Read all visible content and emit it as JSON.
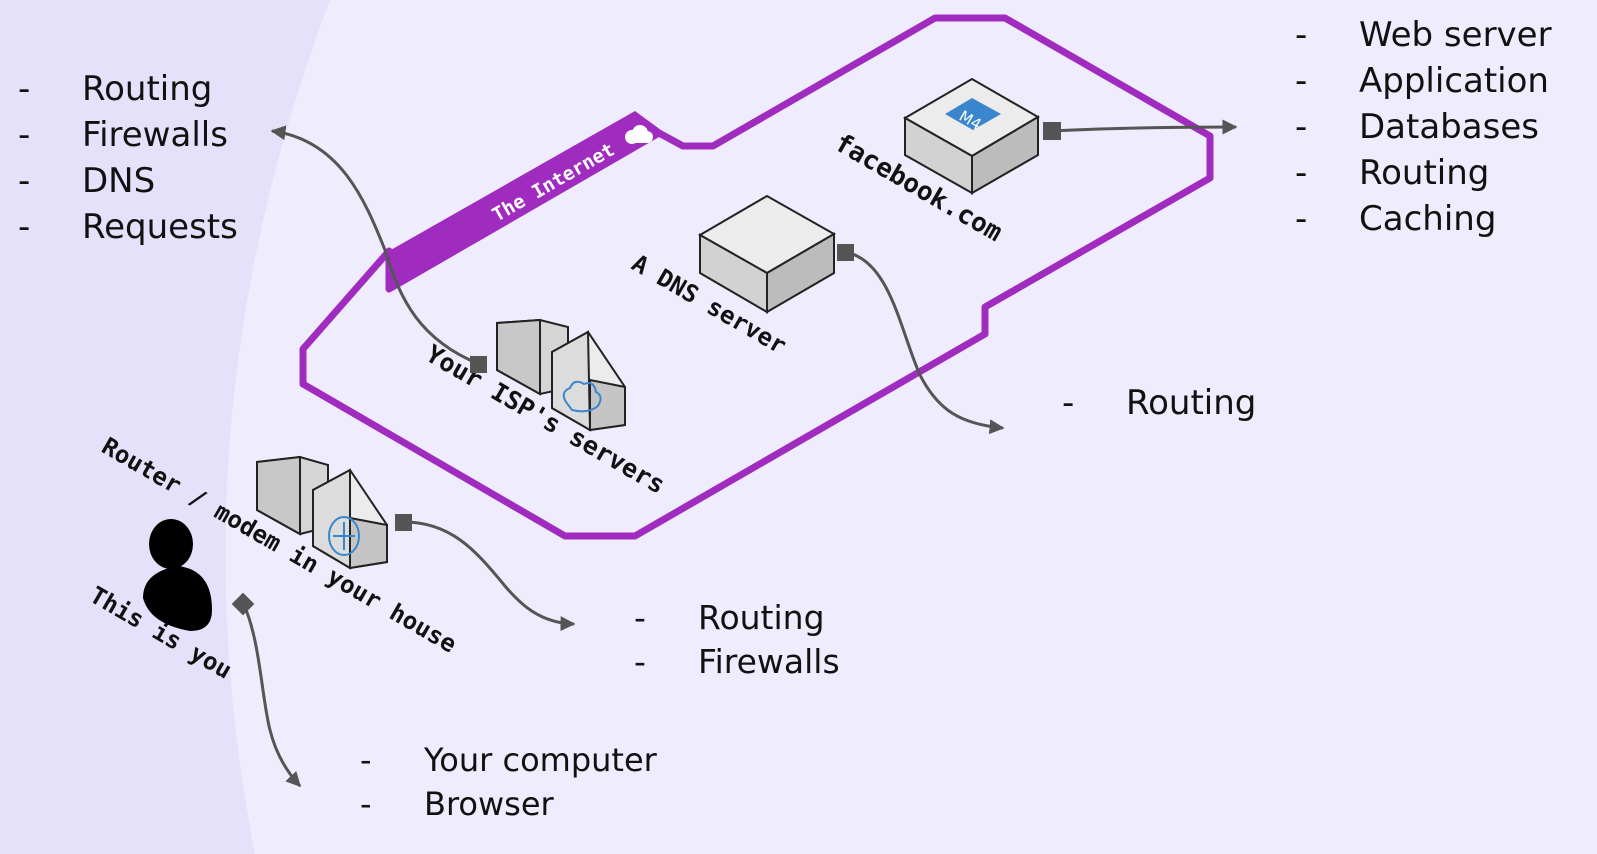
{
  "internet_label": "The Internet",
  "nodes": {
    "user": "This is you",
    "router": "Router / modem in your house",
    "isp": "Your ISP's servers",
    "dns": "A DNS server",
    "site": "facebook.com",
    "site_badge": "M4"
  },
  "lists": {
    "isp_roles": {
      "dash": "-",
      "items": [
        "Routing",
        "Firewalls",
        "DNS",
        "Requests"
      ]
    },
    "site_roles": {
      "dash": "-",
      "items": [
        "Web server",
        "Application",
        "Databases",
        "Routing",
        "Caching"
      ]
    },
    "dns_roles": {
      "dash": "-",
      "items": [
        "Routing"
      ]
    },
    "router_roles": {
      "dash": "-",
      "items": [
        "Routing",
        "Firewalls"
      ]
    },
    "user_roles": {
      "dash": "-",
      "items": [
        "Your computer",
        "Browser"
      ]
    }
  },
  "colors": {
    "background": "#efecfd",
    "background_left": "#e6e1fb",
    "internet_border": "#a02cbf",
    "arrow": "#555555",
    "server_face": "#e9e9e9",
    "badge": "#3a86cc",
    "icon_blue": "#3a86cc"
  }
}
